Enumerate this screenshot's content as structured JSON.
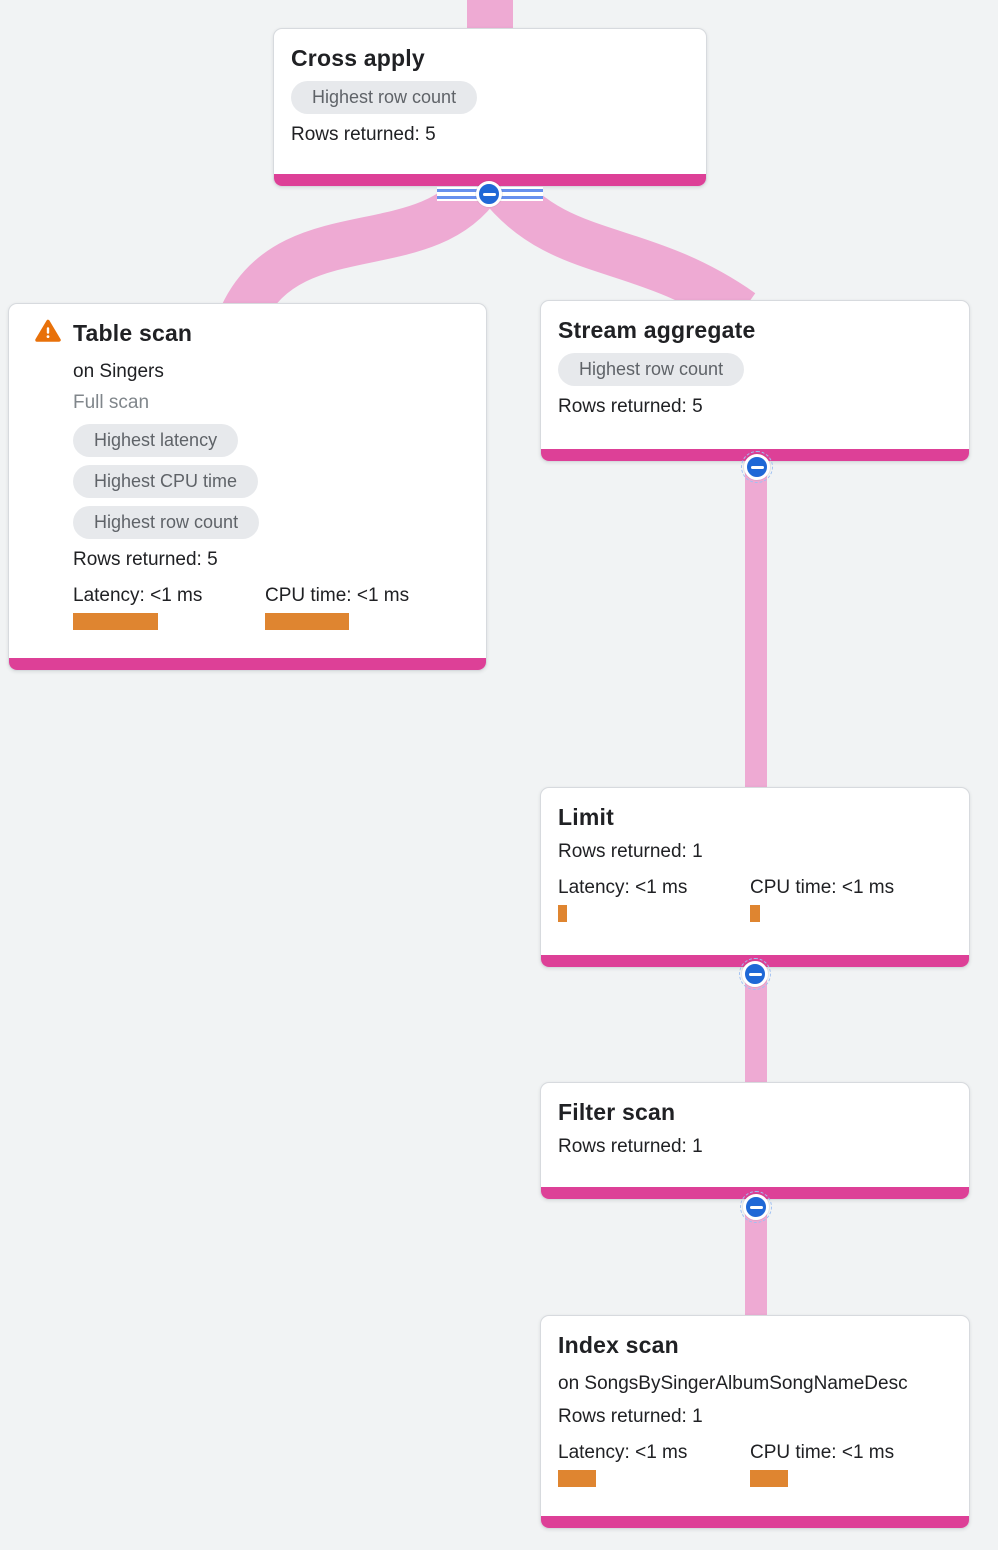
{
  "diagram": {
    "type": "query-execution-plan-tree",
    "nodes": [
      {
        "id": "cross-apply",
        "title": "Cross apply",
        "badges": [
          "Highest row count"
        ],
        "rows": "Rows returned: 5"
      },
      {
        "id": "table-scan",
        "title": "Table scan",
        "warning": true,
        "subtitle": "on Singers",
        "note": "Full scan",
        "badges": [
          "Highest latency",
          "Highest CPU time",
          "Highest row count"
        ],
        "rows": "Rows returned: 5",
        "metrics": [
          {
            "label": "Latency: <1 ms",
            "bar": 85
          },
          {
            "label": "CPU time: <1 ms",
            "bar": 84
          }
        ]
      },
      {
        "id": "stream-aggregate",
        "title": "Stream aggregate",
        "badges": [
          "Highest row count"
        ],
        "rows": "Rows returned: 5"
      },
      {
        "id": "limit",
        "title": "Limit",
        "rows": "Rows returned: 1",
        "metrics": [
          {
            "label": "Latency: <1 ms",
            "bar": 9
          },
          {
            "label": "CPU time: <1 ms",
            "bar": 10
          }
        ]
      },
      {
        "id": "filter-scan",
        "title": "Filter scan",
        "rows": "Rows returned: 1"
      },
      {
        "id": "index-scan",
        "title": "Index scan",
        "subtitle": "on SongsBySingerAlbumSongNameDesc",
        "rows": "Rows returned: 1",
        "metrics": [
          {
            "label": "Latency: <1 ms",
            "bar": 38
          },
          {
            "label": "CPU time: <1 ms",
            "bar": 38
          }
        ]
      }
    ],
    "edges": [
      {
        "from": "cross-apply",
        "to": "table-scan"
      },
      {
        "from": "cross-apply",
        "to": "stream-aggregate"
      },
      {
        "from": "stream-aggregate",
        "to": "limit"
      },
      {
        "from": "limit",
        "to": "filter-scan"
      },
      {
        "from": "filter-scan",
        "to": "index-scan"
      }
    ],
    "colors": {
      "canvas_bg": "#f1f3f4",
      "edge_pink": "#eeaad3",
      "node_footer_magenta": "#dd4097",
      "collapse_button_blue": "#1f68d6",
      "badge_bg": "#e7e9ec",
      "badge_text": "#5f6368",
      "metric_bar_orange": "#df8530",
      "warning_orange": "#e8710a"
    }
  }
}
